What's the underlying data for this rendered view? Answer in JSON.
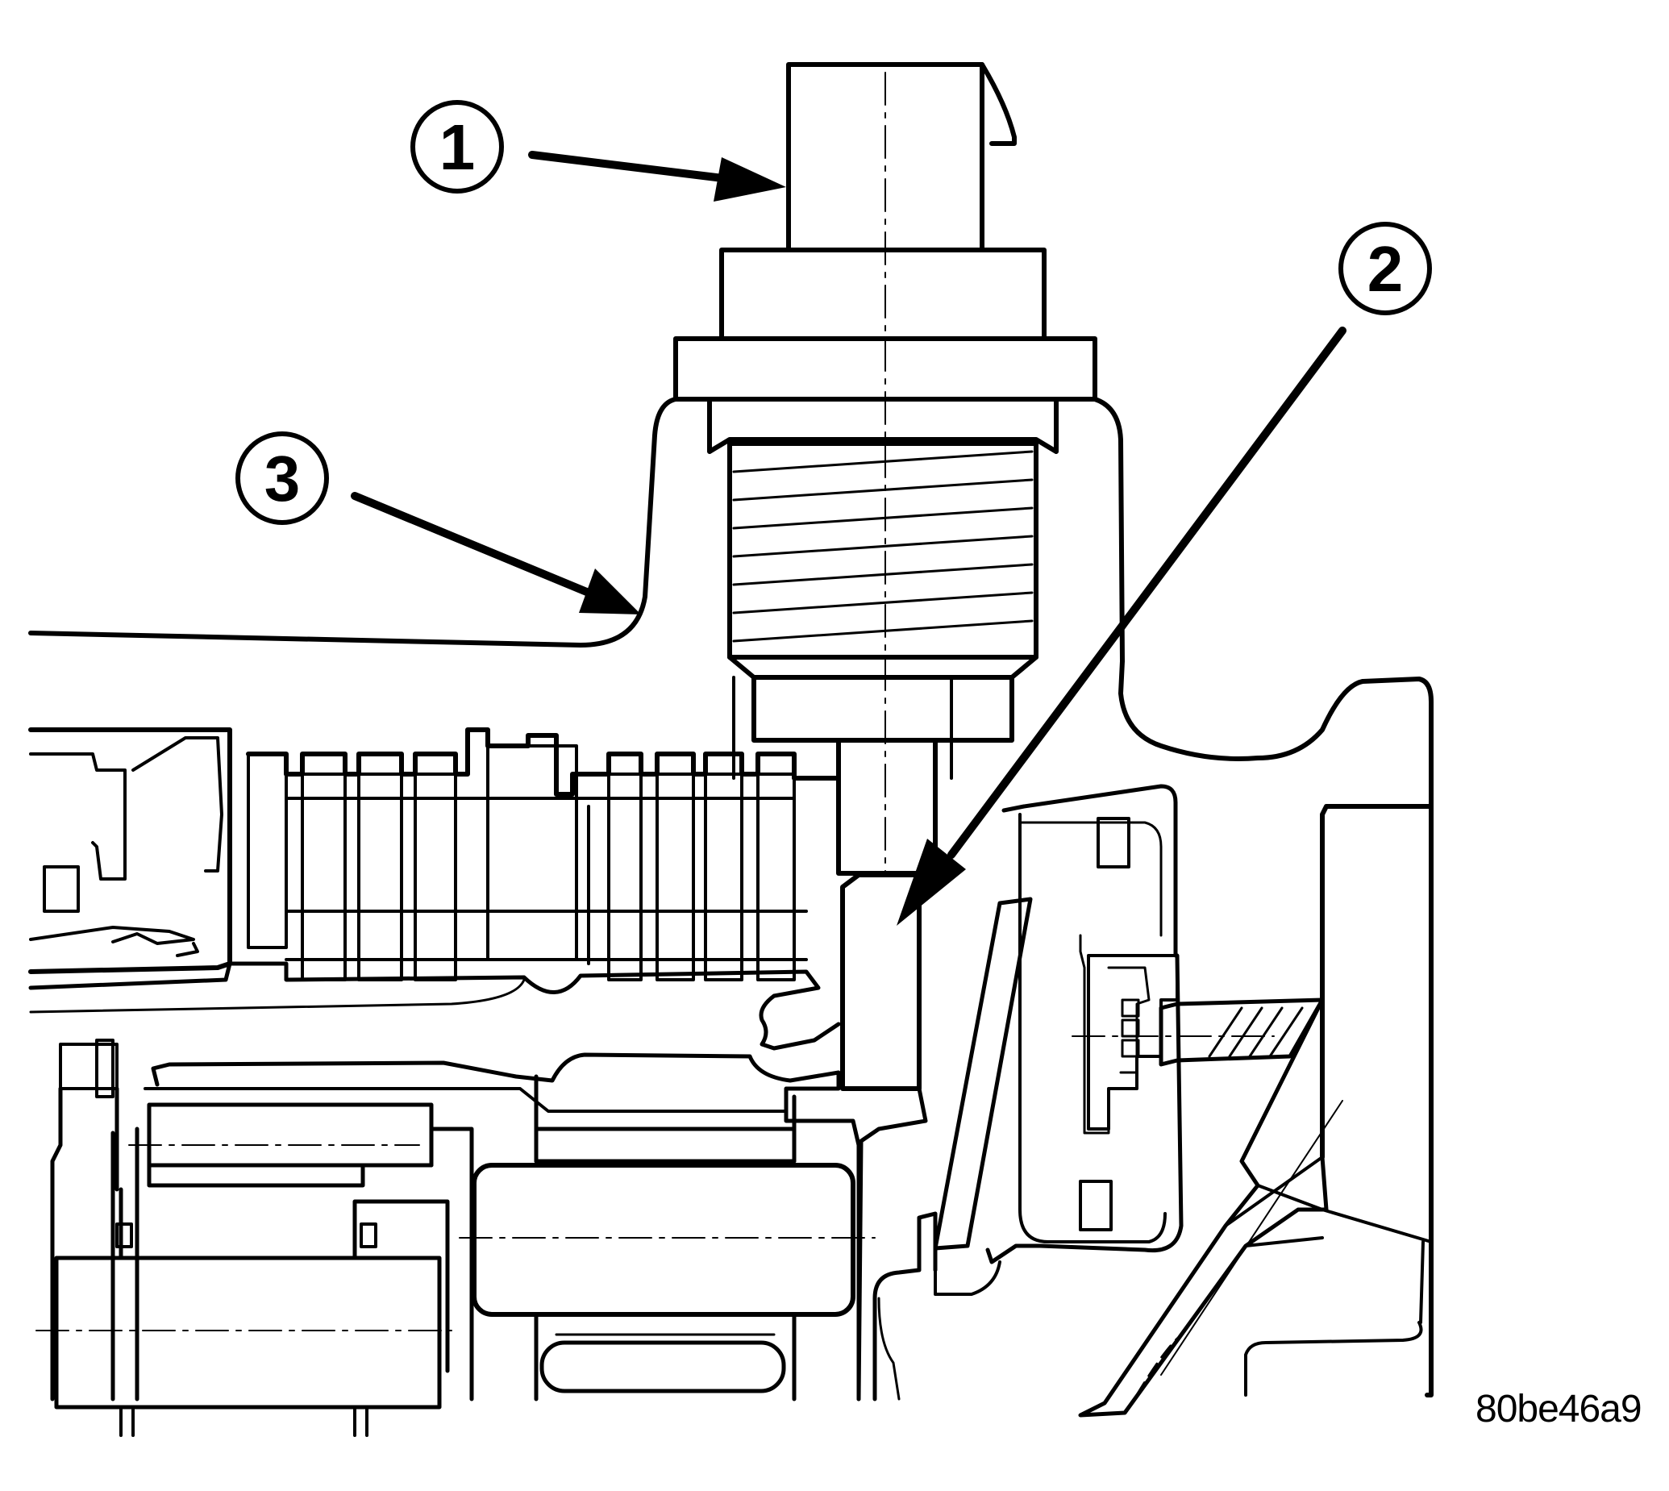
{
  "callouts": [
    {
      "id": "1",
      "label": "1"
    },
    {
      "id": "2",
      "label": "2"
    },
    {
      "id": "3",
      "label": "3"
    }
  ],
  "figure_id": "80be46a9",
  "colors": {
    "ink": "#000000",
    "paper": "#ffffff"
  }
}
